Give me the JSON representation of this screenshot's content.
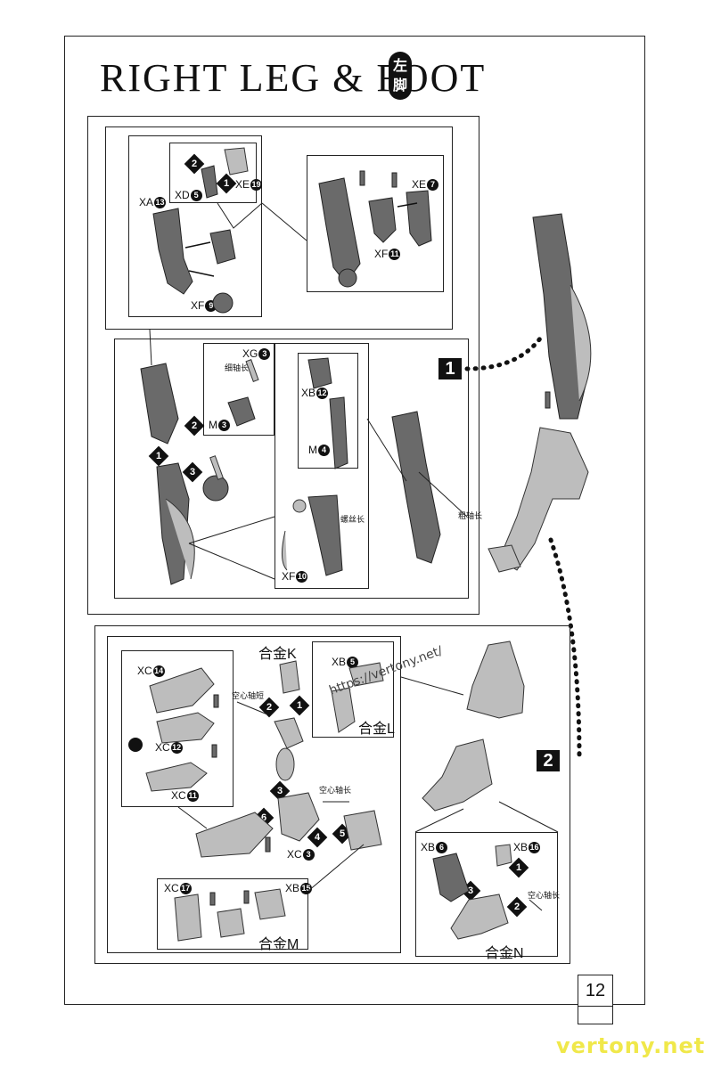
{
  "header": {
    "title": "RIGHT LEG & FOOT",
    "badge": "左脚"
  },
  "steps": {
    "step1": "1",
    "step2": "2"
  },
  "step1": {
    "inset_a": {
      "parts": [
        "XA",
        "XD",
        "XE",
        "XF"
      ],
      "xa_num": "13",
      "xd_num": "5",
      "xe_num": "19",
      "xf_num": "9",
      "sub_steps": [
        "1",
        "2"
      ]
    },
    "inset_b": {
      "xe_label": "XE",
      "xe_num": "7",
      "xf_label": "XF",
      "xf_num": "11"
    },
    "inset_c": {
      "xg_label": "XG",
      "xg_num": "3",
      "note": "细轴长",
      "m_label": "M",
      "m_num": "3"
    },
    "inset_d": {
      "xb_label": "XB",
      "xb_num": "12",
      "m_label": "M",
      "m_num": "4",
      "screw_note": "螺丝长",
      "xf_label": "XF",
      "xf_num": "10"
    },
    "main_sub_steps": [
      "1",
      "2",
      "3"
    ],
    "thick_axis_note": "粗轴长"
  },
  "step2": {
    "alloy_k": "合金K",
    "alloy_l": "合金L",
    "alloy_m": "合金M",
    "alloy_n": "合金N",
    "xb5_label": "XB",
    "xb5_num": "5",
    "hollow_short": "空心轴短",
    "hollow_long": "空心轴长",
    "shaft_long": "空心轴长",
    "xc14_label": "XC",
    "xc14_num": "14",
    "xc12_label": "XC",
    "xc12_num": "12",
    "xc11_label": "XC",
    "xc11_num": "11",
    "xc3_label": "XC",
    "xc3_num": "3",
    "xc17_label": "XC",
    "xc17_num": "17",
    "xb15_label": "XB",
    "xb15_num": "15",
    "xb6_label": "XB",
    "xb6_num": "6",
    "xb16_label": "XB",
    "xb16_num": "16",
    "sub_steps": [
      "1",
      "2",
      "3",
      "4",
      "5",
      "6"
    ]
  },
  "page_number": "12",
  "url_watermark": "https://vertony.net/",
  "corner_watermark": "vertony.net",
  "colors": {
    "part_dark": "#6a6a6a",
    "part_light": "#bdbdbd",
    "watermark": "#f0e84a"
  }
}
